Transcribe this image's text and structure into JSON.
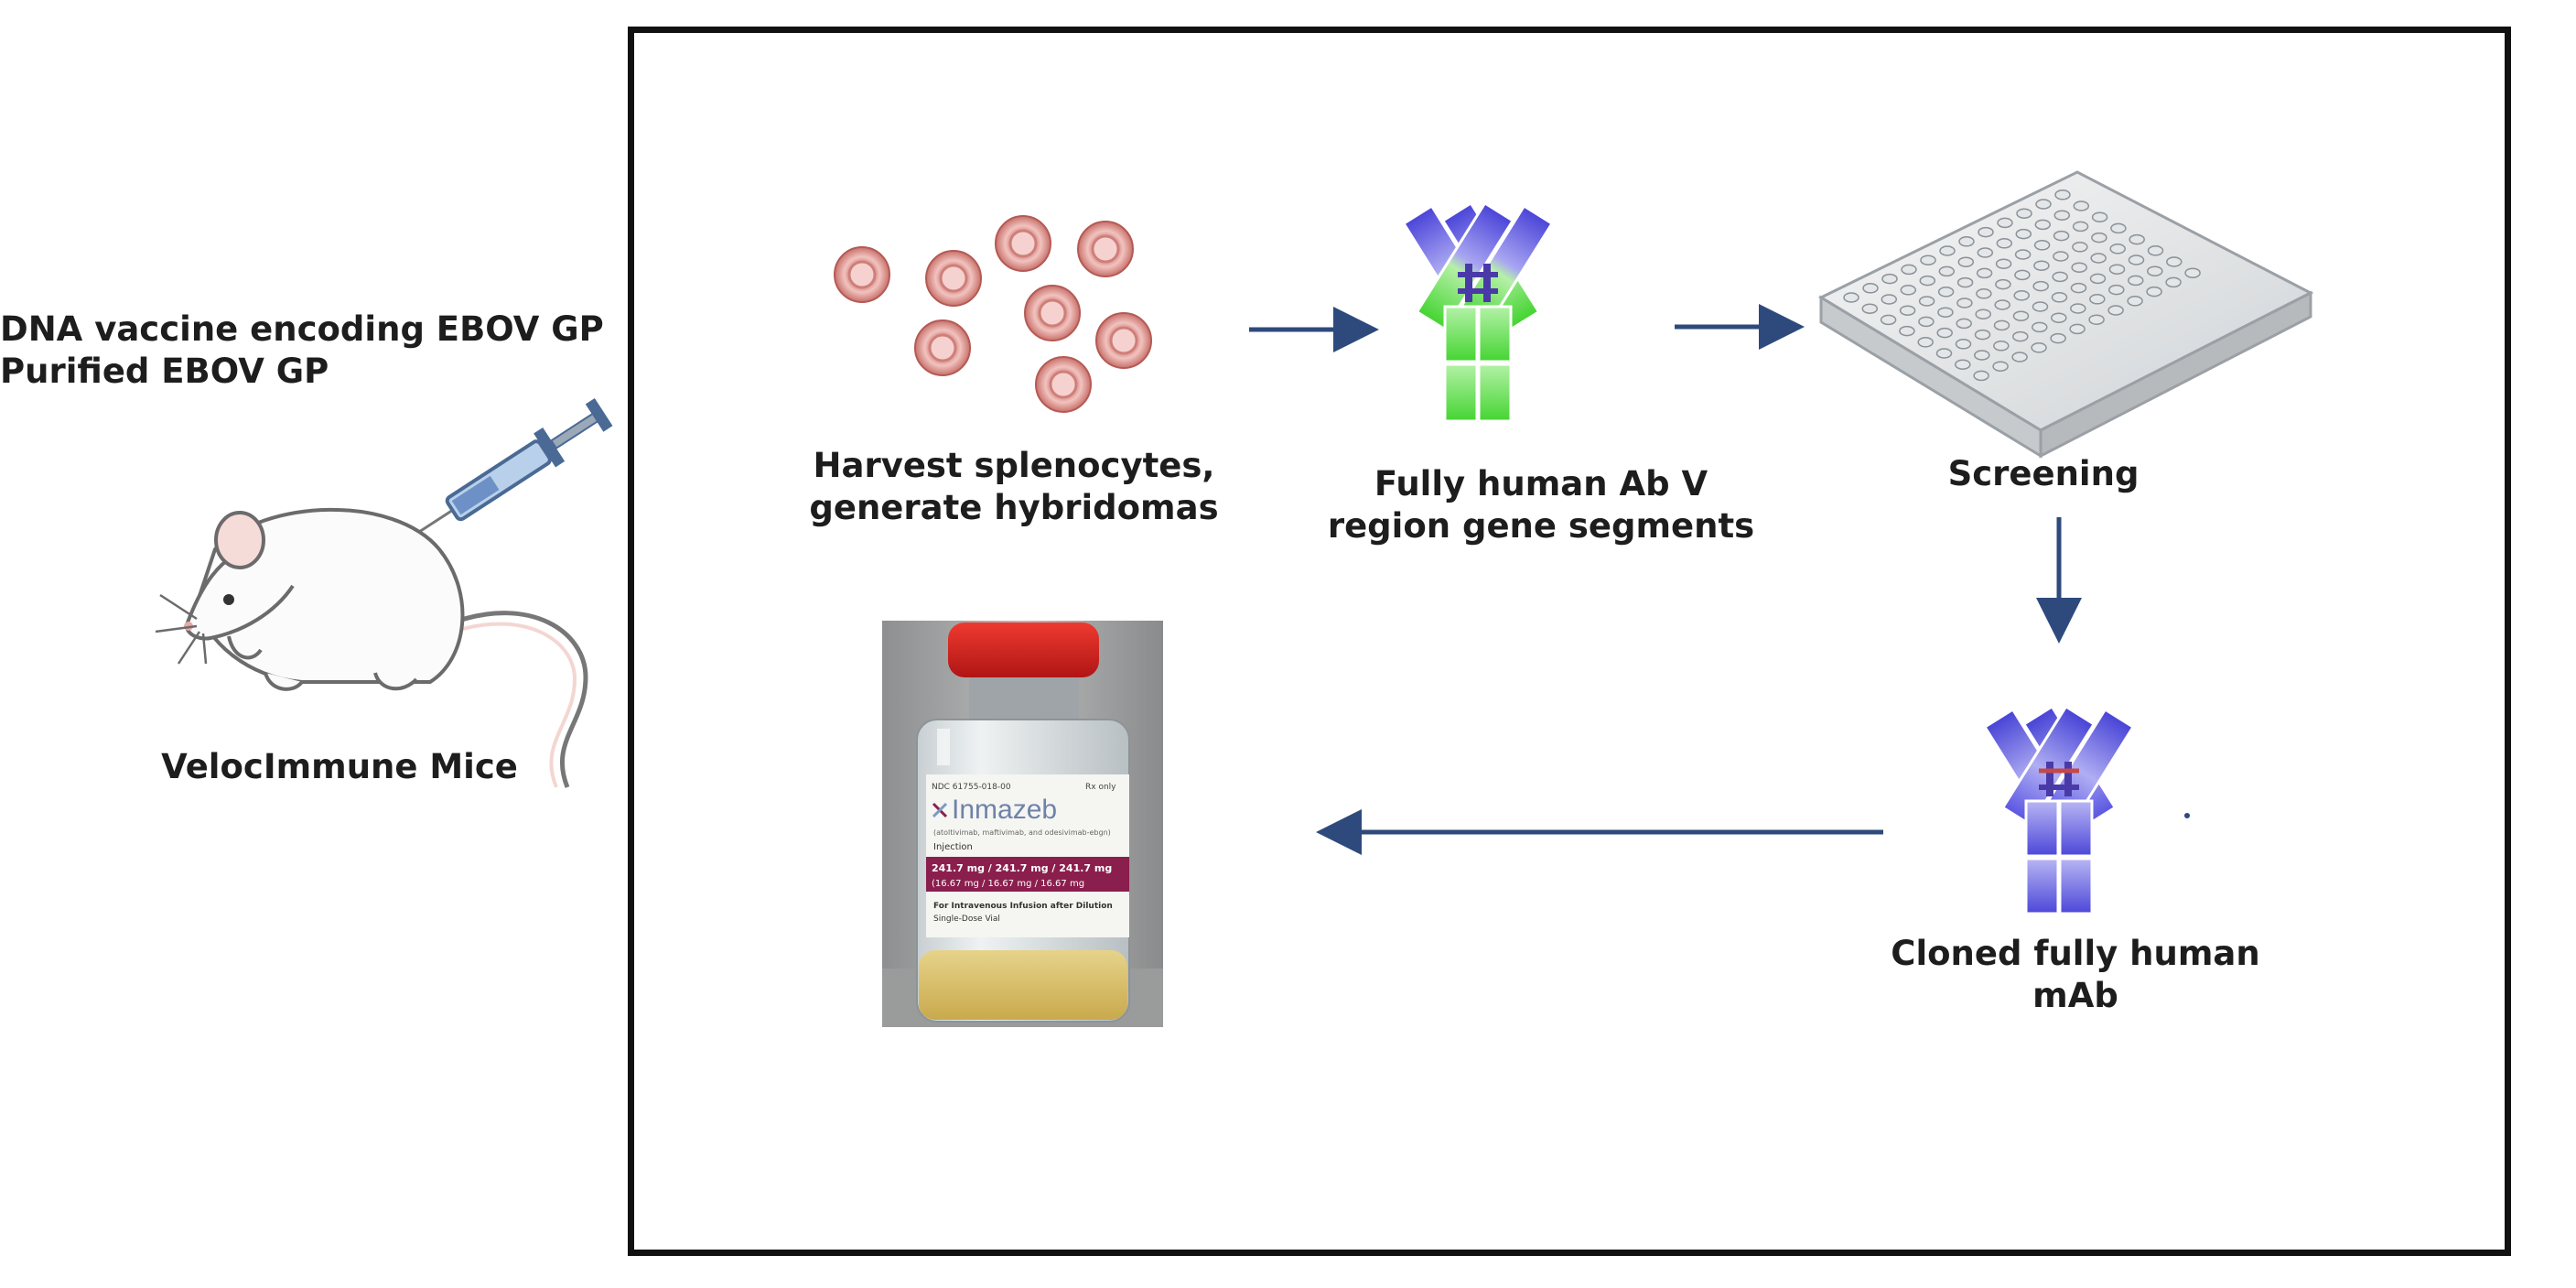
{
  "left": {
    "vaccine_lines": [
      "DNA vaccine encoding EBOV GP",
      "Purified EBOV GP"
    ],
    "mouse_caption": "VelocImmune Mice"
  },
  "steps": {
    "harvest": [
      "Harvest splenocytes,",
      "generate hybridomas"
    ],
    "antibody": [
      "Fully human Ab V",
      "region gene segments"
    ],
    "screening": [
      "Screening"
    ],
    "cloned": [
      "Cloned fully human",
      "mAb"
    ]
  },
  "vial_label": {
    "brand": "Inmazeb",
    "ndc": "NDC 61755-018-00",
    "rx": "Rx only",
    "generic": "(atoltivimab, maftivimab, and odesivimab-ebgn)",
    "form": "Injection",
    "dose1": "241.7 mg / 241.7 mg / 241.7 mg",
    "dose2": "(16.67 mg / 16.67 mg / 16.67 mg",
    "route1": "For Intravenous Infusion after Dilution",
    "route2": "Single-Dose Vial"
  },
  "colors": {
    "frame": "#111111",
    "arrow": "#2e4a7d",
    "ab_green": "#5ee04a",
    "ab_blue": "#5a57e0",
    "ab_hinge": "#4a3aa8",
    "cell": "#e2a4a0",
    "vial_cap": "#d91f1f",
    "label_accent": "#8a1f4d"
  }
}
